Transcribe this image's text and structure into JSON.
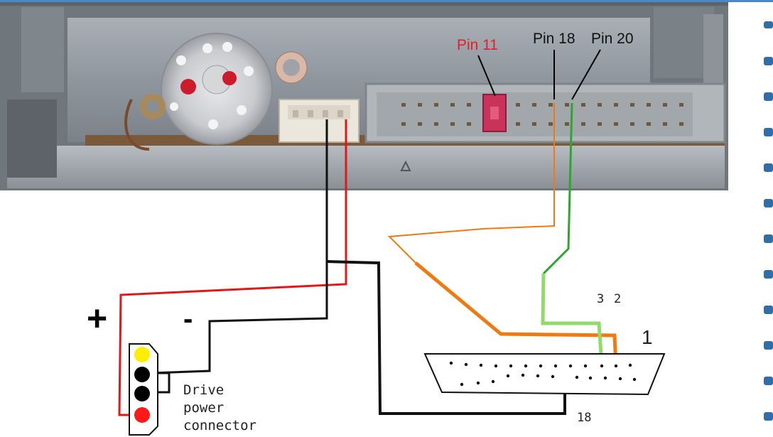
{
  "photo_labels": {
    "pin11": "Pin 11",
    "pin18": "Pin 18",
    "pin20": "Pin 20"
  },
  "power": {
    "plus": "+",
    "minus": "-",
    "connector_label": [
      "Drive",
      "power",
      "connector"
    ]
  },
  "db25": {
    "pin_label_3": "3",
    "pin_label_2": "2",
    "pin_label_1": "1",
    "pin_label_18": "18"
  },
  "colors": {
    "pin11_label": "#e0202a",
    "wire_orange": "#f07a10",
    "wire_green": "#2ea52e",
    "wire_light_green": "#8fdc6a",
    "wire_red": "#e01818",
    "wire_black": "#111111",
    "led_yellow": "#ffee00",
    "led_red": "#ff1a1a"
  }
}
